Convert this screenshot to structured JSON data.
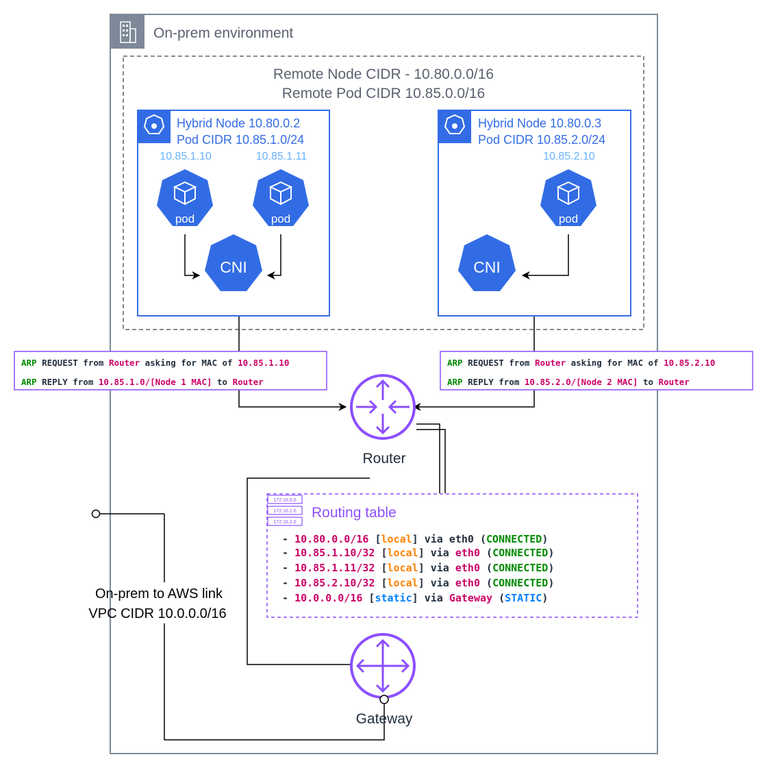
{
  "colors": {
    "border_gray": "#7d8998",
    "k8s_blue": "#326ce5",
    "pod_ip_blue": "#66b2ff",
    "purple": "#8c4fff",
    "green": "#008a00",
    "magenta": "#cc0066",
    "orange": "#ff8000",
    "static_blue": "#007fff",
    "text_dark": "#232f3e",
    "text_gray": "#5a6270"
  },
  "onprem": {
    "title": "On-prem environment",
    "icon": "building-icon",
    "remote_node_cidr": "Remote Node CIDR - 10.80.0.0/16",
    "remote_pod_cidr": "Remote Pod CIDR 10.85.0.0/16"
  },
  "nodes": [
    {
      "title": "Hybrid Node 10.80.0.2",
      "pod_cidr": "Pod CIDR 10.85.1.0/24",
      "icon": "kubernetes-node-icon",
      "pods": [
        {
          "ip": "10.85.1.10",
          "label": "pod"
        },
        {
          "ip": "10.85.1.11",
          "label": "pod"
        }
      ],
      "cni_label": "CNI"
    },
    {
      "title": "Hybrid Node 10.80.0.3",
      "pod_cidr": "Pod CIDR 10.85.2.0/24",
      "icon": "kubernetes-node-icon",
      "pods": [
        {
          "ip": "10.85.2.10",
          "label": "pod"
        }
      ],
      "cni_label": "CNI"
    }
  ],
  "arp_boxes": [
    {
      "request": {
        "arp": "ARP",
        "t1": " REQUEST from ",
        "router": "Router",
        "t2": " asking for MAC of ",
        "ip": "10.85.1.10"
      },
      "reply": {
        "arp": "ARP",
        "t1": " REPLY from ",
        "src": "10.85.1.0/[Node 1 MAC]",
        "t2": " to ",
        "router": "Router"
      }
    },
    {
      "request": {
        "arp": "ARP",
        "t1": " REQUEST from ",
        "router": "Router",
        "t2": " asking for MAC of ",
        "ip": "10.85.2.10"
      },
      "reply": {
        "arp": "ARP",
        "t1": " REPLY from ",
        "src": "10.85.2.0/[Node 2 MAC]",
        "t2": " to ",
        "router": "Router"
      }
    }
  ],
  "router": {
    "label": "Router",
    "icon": "router-icon"
  },
  "gateway": {
    "label": "Gateway",
    "icon": "gateway-icon"
  },
  "routing_table": {
    "title": "Routing table",
    "icon": "route-table-icon",
    "icon_labels": [
      "172.16.0.0",
      "172.16.1.0",
      "172.16.2.0"
    ],
    "routes": [
      {
        "dash": "- ",
        "dest": "10.80.0.0/16",
        "tag": "local",
        "via": "via",
        "iface": "eth0",
        "status": "CONNECTED"
      },
      {
        "dash": "- ",
        "dest": "10.85.1.10/32",
        "tag": "local",
        "via": "via",
        "iface": "eth0",
        "status": "CONNECTED"
      },
      {
        "dash": "- ",
        "dest": "10.85.1.11/32",
        "tag": "local",
        "via": "via",
        "iface": "eth0",
        "status": "CONNECTED"
      },
      {
        "dash": "- ",
        "dest": "10.85.2.10/32",
        "tag": "local",
        "via": "via",
        "iface": "eth0",
        "status": "CONNECTED"
      },
      {
        "dash": "- ",
        "dest": "10.0.0.0/16",
        "tag": "static",
        "via": "via",
        "iface": "Gateway",
        "status": "STATIC"
      }
    ]
  },
  "aws_link": {
    "line1": "On-prem to AWS link",
    "line2": "VPC CIDR 10.0.0.0/16"
  }
}
